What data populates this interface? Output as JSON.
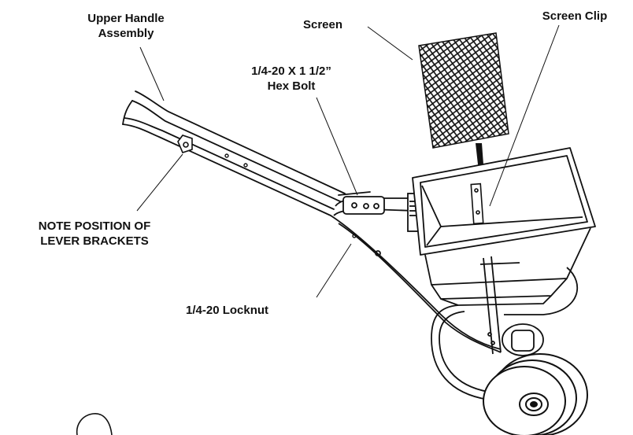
{
  "labels": {
    "upper_handle_line1": "Upper Handle",
    "upper_handle_line2": "Assembly",
    "screen": "Screen",
    "screen_clip": "Screen Clip",
    "hex_bolt_line1": "1/4-20 X 1 1/2”",
    "hex_bolt_line2": "Hex Bolt",
    "note_line1": "NOTE POSITION OF",
    "note_line2": "LEVER BRACKETS",
    "locknut": "1/4-20 Locknut"
  },
  "colors": {
    "line": "#111111",
    "background": "#ffffff"
  }
}
